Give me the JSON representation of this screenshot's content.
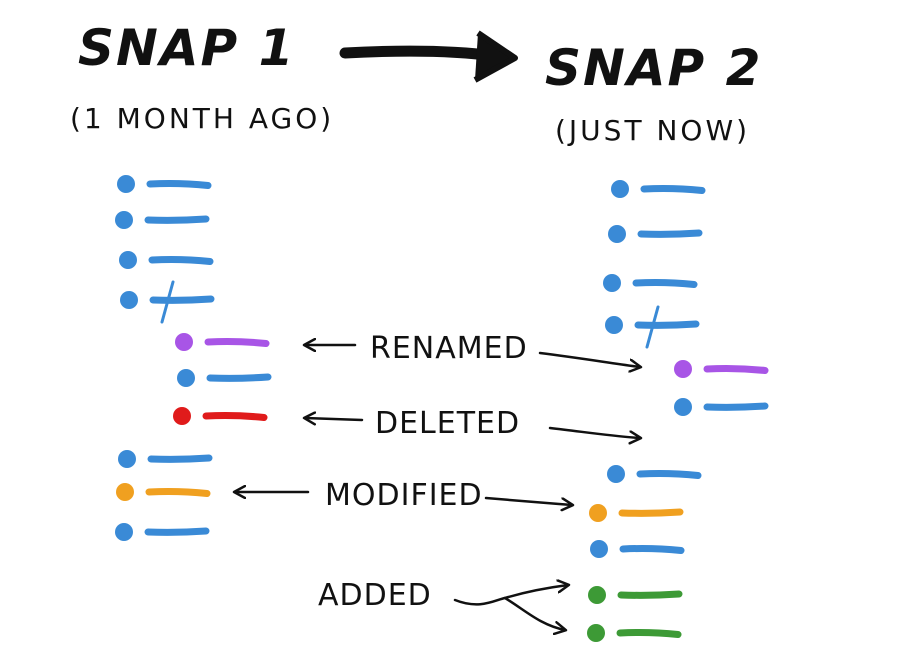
{
  "snap1": {
    "title": "SNAP 1",
    "subtitle": "(1 MONTH AGO)"
  },
  "snap2": {
    "title": "SNAP 2",
    "subtitle": "(JUST NOW)"
  },
  "labels": {
    "renamed": "RENAMED",
    "deleted": "DELETED",
    "modified": "MODIFIED",
    "added": "ADDED"
  },
  "colors": {
    "unchanged": "#3a8ad6",
    "renamed": "#a855e6",
    "deleted": "#e01b1b",
    "modified": "#f0a020",
    "added": "#3d9a36",
    "ink": "#111111"
  },
  "snap1_entries": [
    {
      "status": "unchanged",
      "level": 0
    },
    {
      "status": "unchanged",
      "level": 0
    },
    {
      "status": "unchanged",
      "level": 0
    },
    {
      "status": "unchanged",
      "level": 0,
      "folder": true
    },
    {
      "status": "renamed",
      "level": 1
    },
    {
      "status": "unchanged",
      "level": 1
    },
    {
      "status": "deleted",
      "level": 1
    },
    {
      "status": "unchanged",
      "level": 0
    },
    {
      "status": "modified",
      "level": 0
    },
    {
      "status": "unchanged",
      "level": 0
    }
  ],
  "snap2_entries": [
    {
      "status": "unchanged",
      "level": 0
    },
    {
      "status": "unchanged",
      "level": 0
    },
    {
      "status": "unchanged",
      "level": 0
    },
    {
      "status": "unchanged",
      "level": 0,
      "folder": true
    },
    {
      "status": "renamed",
      "level": 1
    },
    {
      "status": "unchanged",
      "level": 1
    },
    {
      "status": "unchanged",
      "level": 0
    },
    {
      "status": "modified",
      "level": 0
    },
    {
      "status": "unchanged",
      "level": 0
    },
    {
      "status": "added",
      "level": 0
    },
    {
      "status": "added",
      "level": 0
    }
  ]
}
